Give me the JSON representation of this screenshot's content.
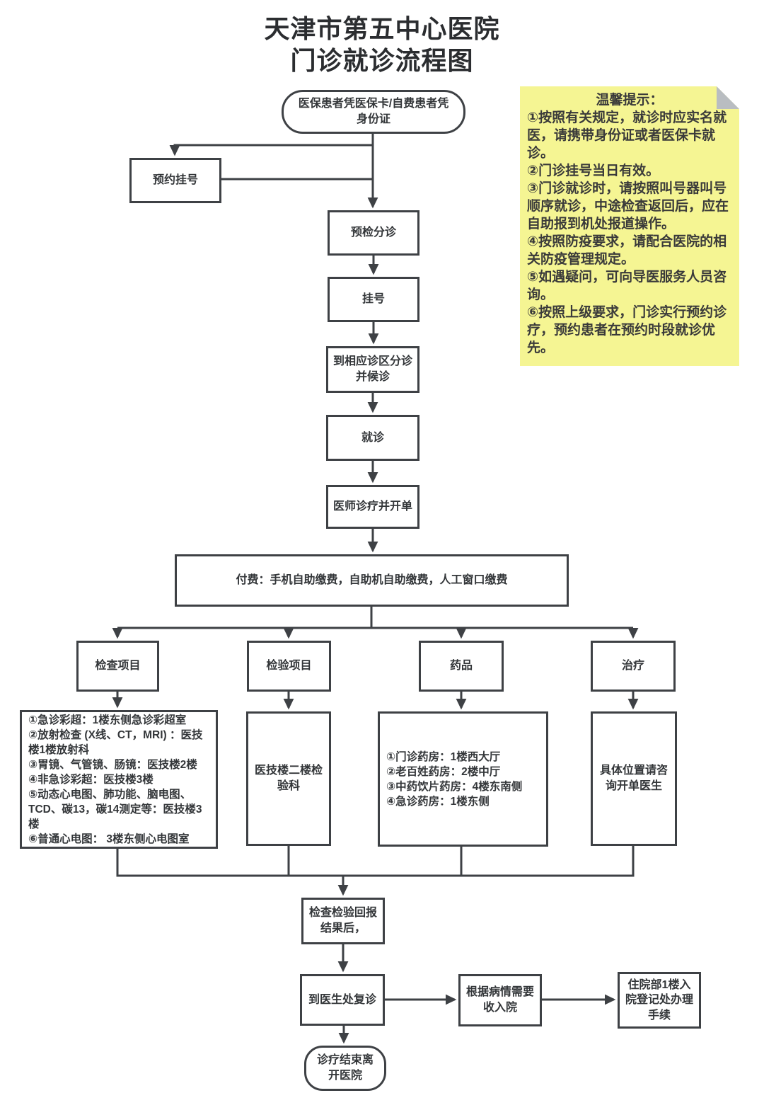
{
  "title": {
    "line1": "天津市第五中心医院",
    "line2": "门诊就诊流程图"
  },
  "tips": {
    "heading": "温馨提示：",
    "items": [
      "①按照有关规定，就诊时应实名就医，请携带身份证或者医保卡就诊。",
      "②门诊挂号当日有效。",
      "③门诊就诊时，请按照叫号器叫号顺序就诊，中途检查返回后，应在自助报到机处报道操作。",
      "④按照防疫要求，请配合医院的相关防疫管理规定。",
      "⑤如遇疑问，可向导医服务人员咨询。",
      "⑥按照上级要求，门诊实行预约诊疗，预约患者在预约时段就诊优先。"
    ]
  },
  "nodes": {
    "start": "医保患者凭医保卡/自费患者凭身份证",
    "appointment": "预约挂号",
    "triage": "预检分诊",
    "register": "挂号",
    "to_area": "到相应诊区分诊并候诊",
    "visit": "就诊",
    "doctor_order": "医师诊疗并开单",
    "pay": "付费：手机自助缴费，自助机自助缴费，人工窗口缴费",
    "branch_check": "检查项目",
    "branch_lab": "检验项目",
    "branch_drug": "药品",
    "branch_treat": "治疗",
    "lab_detail": "医技楼二楼检验科",
    "treat_detail": "具体位置请咨询开单医生",
    "report": "检查检验回报结果后，",
    "return_visit": "到医生处复诊",
    "admit": "根据病情需要收入院",
    "admit_office": "住院部1楼入院登记处办理手续",
    "end": "诊疗结束离开医院"
  },
  "check_detail": {
    "lines": [
      "①急诊彩超：1楼东侧急诊彩超室",
      "②放射检查 (X线、CT，MRI) ：医技楼1楼放射科",
      "③胃镜、气管镜、肠镜：医技楼2楼",
      "④非急诊彩超：医技楼3楼",
      "⑤动态心电图、肺功能、脑电图、TCD、碳13，碳14测定等：医技楼3楼",
      "⑥普通心电图： 3楼东侧心电图室"
    ]
  },
  "drug_detail": {
    "lines": [
      "①门诊药房：1楼西大厅",
      "②老百姓药房：2楼中厅",
      "③中药饮片药房：4楼东南侧",
      "④急诊药房：1楼东侧"
    ]
  },
  "colors": {
    "line": "#3e4145",
    "text": "#333639",
    "note_background": "#f5f593",
    "note_fold": "#b9bdc1"
  }
}
